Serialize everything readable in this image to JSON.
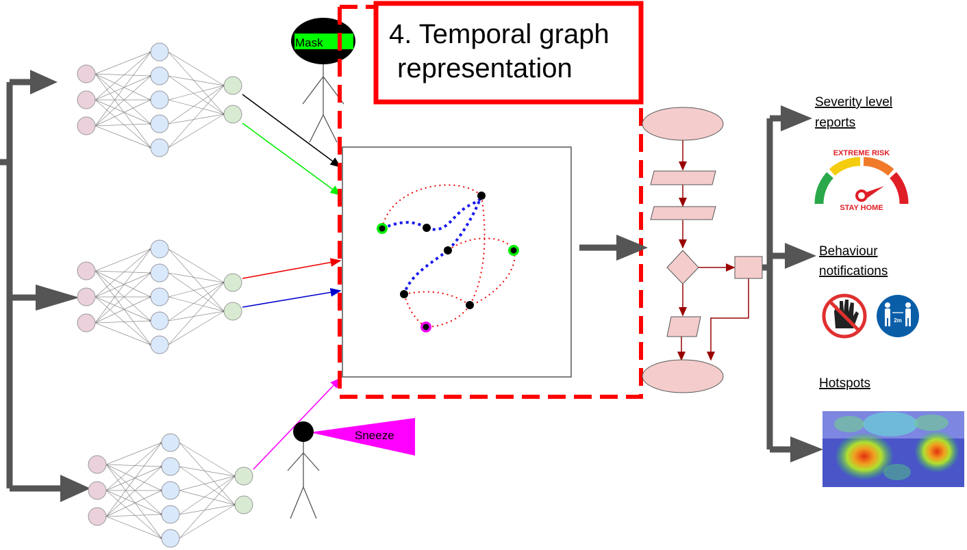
{
  "title_box": {
    "text_line1": "4. Temporal graph",
    "text_line2": "representation"
  },
  "mask_label": "Mask",
  "sneeze_label": "Sneeze",
  "outputs": {
    "severity": {
      "line1": "Severity level",
      "line2": "reports"
    },
    "behaviour": {
      "line1": "Behaviour",
      "line2": "notifications"
    },
    "hotspots": {
      "line1": "Hotspots"
    }
  },
  "gauge": {
    "top_text": "EXTREME RISK",
    "bottom_text": "STAY HOME"
  },
  "distance_sign": {
    "text": "2m"
  },
  "colors": {
    "input_node": "#ead1dc",
    "hidden_node": "#dae8fc",
    "output_node": "#d9ead3",
    "flow_shape": "#f4cccc",
    "flow_line": "#990000",
    "red_box": "#ff0000",
    "big_arrow": "#555555"
  }
}
